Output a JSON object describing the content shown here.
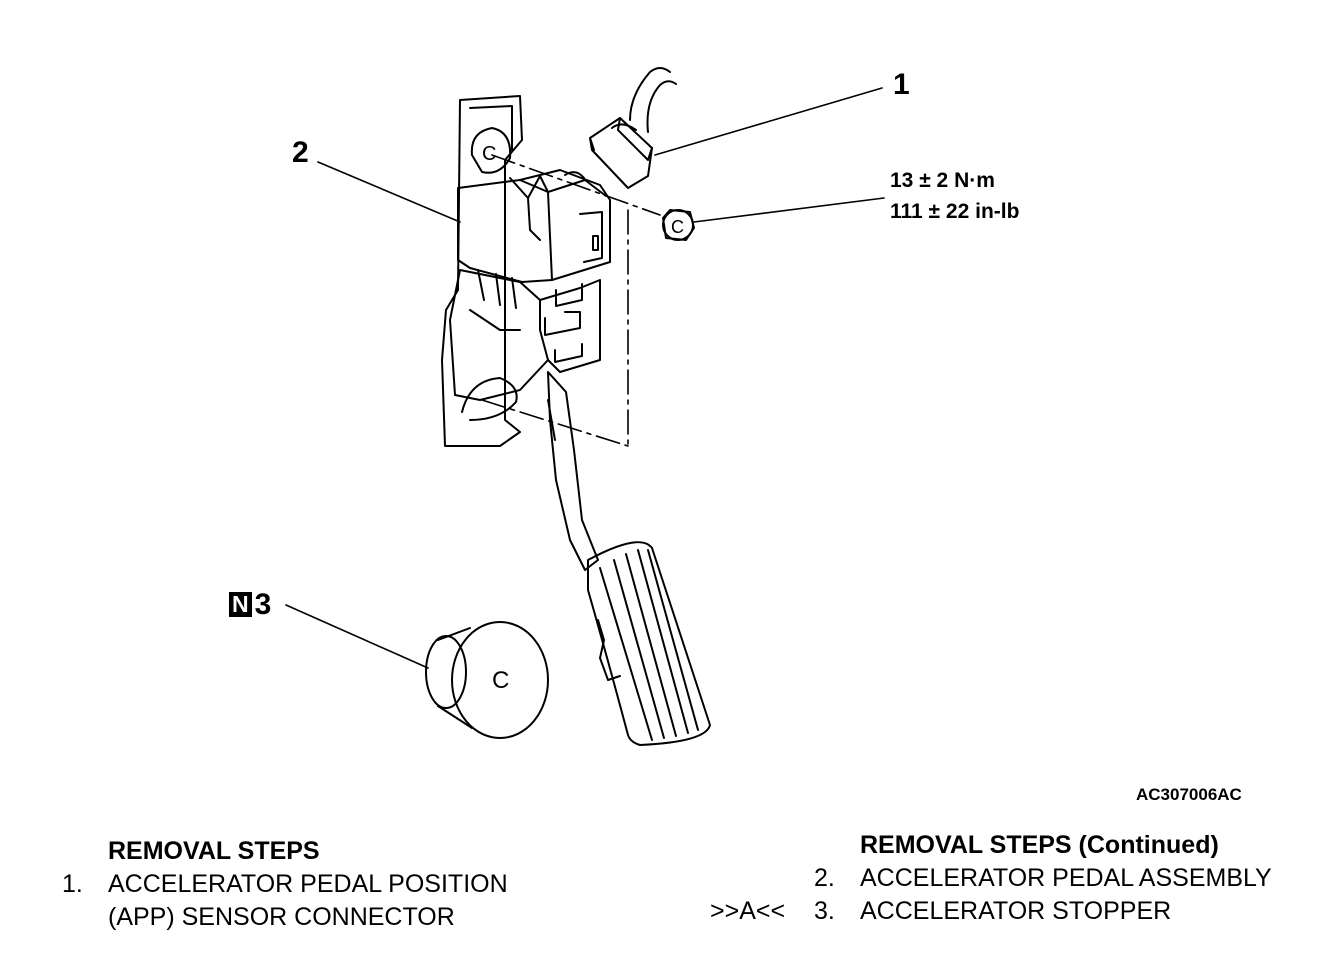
{
  "callouts": {
    "c1": "1",
    "c2": "2",
    "c3": "3",
    "n_badge": "N"
  },
  "torque": {
    "metric": "13 ± 2 N·m",
    "imperial": "111 ± 22 in-lb"
  },
  "figure_id": "AC307006AC",
  "removal_steps": {
    "heading": "REMOVAL STEPS",
    "items": [
      {
        "num": "1.",
        "line1": "ACCELERATOR PEDAL POSITION",
        "line2": "(APP) SENSOR CONNECTOR"
      }
    ]
  },
  "removal_steps_continued": {
    "heading": "REMOVAL STEPS (Continued)",
    "items": [
      {
        "num": "2.",
        "text": "ACCELERATOR PEDAL ASSEMBLY",
        "marker": ""
      },
      {
        "num": "3.",
        "text": "ACCELERATOR STOPPER",
        "marker": ">>A<<"
      }
    ]
  },
  "part_letters": {
    "nut": "C",
    "stopper": "C",
    "bracket": "C"
  }
}
